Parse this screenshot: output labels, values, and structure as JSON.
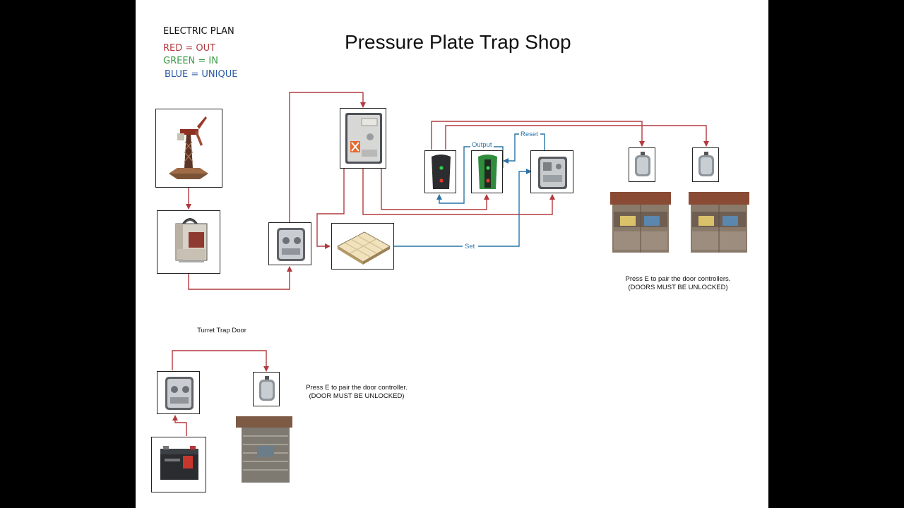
{
  "title": "Pressure Plate Trap Shop",
  "legend": {
    "heading": "ELECTRIC PLAN",
    "red": "RED = OUT",
    "green": "GREEN = IN",
    "blue": "BLUE = UNIQUE"
  },
  "colors": {
    "out": "#b23a3f",
    "in": "#3a9a47",
    "unique": "#2a74a8",
    "legend_heading": "#111111"
  },
  "wire_labels": {
    "output": "Output",
    "reset": "Reset",
    "set": "Set"
  },
  "notes": {
    "shop_doors_line1": "Press E to pair the door controllers.",
    "shop_doors_line2": "(DOORS MUST BE UNLOCKED)",
    "turret_title": "Turret Trap Door",
    "turret_door_line1": "Press E to pair the door controller.",
    "turret_door_line2": "(DOOR MUST BE UNLOCKED)"
  },
  "components": [
    {
      "name": "windmill",
      "icon": "windmill-icon"
    },
    {
      "name": "battery",
      "icon": "large-battery-icon"
    },
    {
      "name": "switch",
      "icon": "switch-icon"
    },
    {
      "name": "splitter",
      "icon": "splitter-icon"
    },
    {
      "name": "pressure-plate",
      "icon": "pressure-pad-icon"
    },
    {
      "name": "rf-receiver",
      "icon": "receiver-icon"
    },
    {
      "name": "rf-receiver-green",
      "icon": "receiver-green-icon"
    },
    {
      "name": "memory-cell",
      "icon": "memory-cell-icon"
    },
    {
      "name": "door-controller",
      "icon": "door-controller-icon"
    },
    {
      "name": "garage-door",
      "icon": "garage-door-icon"
    },
    {
      "name": "small-battery",
      "icon": "car-battery-icon"
    }
  ]
}
